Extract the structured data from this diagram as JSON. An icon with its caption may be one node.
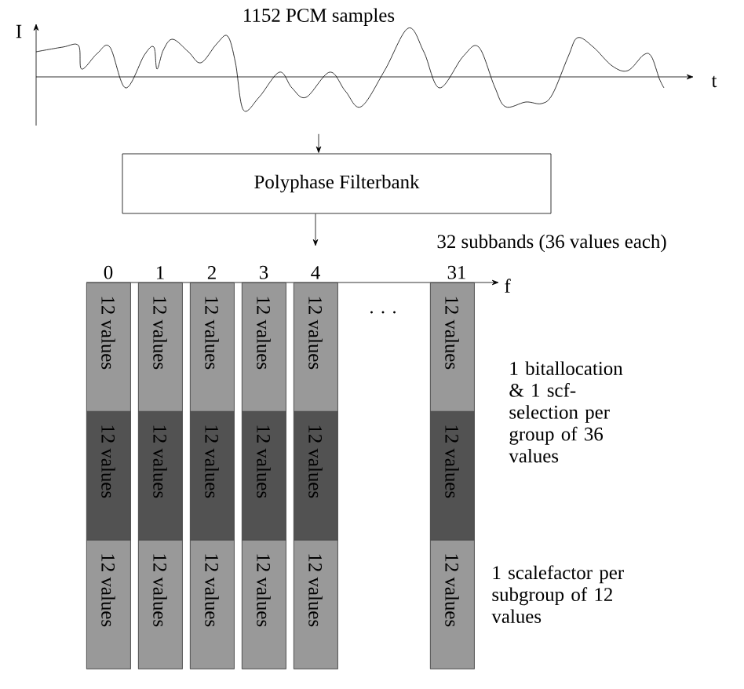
{
  "diagram": {
    "nodes": [
      {
        "text": [
          "1152 PCM samples"
        ]
      },
      {
        "text": [
          "Polyphase Filterbank"
        ]
      },
      {
        "text": [],
        "shape": "bar",
        "beside": [
          "0"
        ]
      },
      {
        "text": [
          "12 values"
        ],
        "in": 2
      },
      {
        "text": [
          "12 values"
        ],
        "in": 2
      },
      {
        "text": [
          "12 values"
        ],
        "in": 2
      },
      {
        "text": [],
        "shape": "bar",
        "beside": [
          "1"
        ]
      },
      {
        "text": [
          "12 values"
        ],
        "in": 6
      },
      {
        "text": [
          "12 values"
        ],
        "in": 6
      },
      {
        "text": [
          "12 values"
        ],
        "in": 6
      },
      {
        "text": [],
        "shape": "bar",
        "beside": [
          "2"
        ]
      },
      {
        "text": [
          "12 values"
        ],
        "in": 10
      },
      {
        "text": [
          "12 values"
        ],
        "in": 10
      },
      {
        "text": [
          "12 values"
        ],
        "in": 10
      },
      {
        "text": [],
        "shape": "bar",
        "beside": [
          "3"
        ]
      },
      {
        "text": [
          "12 values"
        ],
        "in": 14
      },
      {
        "text": [
          "12 values"
        ],
        "in": 14
      },
      {
        "text": [
          "12 values"
        ],
        "in": 14
      },
      {
        "text": [],
        "shape": "bar",
        "beside": [
          "4"
        ]
      },
      {
        "text": [
          "12 values"
        ],
        "in": 18
      },
      {
        "text": [
          "12 values"
        ],
        "in": 18
      },
      {
        "text": [
          "12 values"
        ],
        "in": 18
      },
      {
        "text": [],
        "shape": "bar",
        "beside": [
          "31"
        ]
      },
      {
        "text": [
          "12 values"
        ],
        "in": 22
      },
      {
        "text": [
          "12 values"
        ],
        "in": 22
      },
      {
        "text": [
          "12 values"
        ],
        "in": 22
      }
    ],
    "edges": [
      {
        "from": 0,
        "to": 1,
        "arrow": "to"
      },
      {
        "from": 1,
        "to": null,
        "arrow": "to"
      }
    ],
    "labels": [
      "I",
      "t",
      "32 subbands (36 values each)",
      "f",
      ". . .",
      "1 bitallocation & 1 scf-selection per group of 36 values",
      "1 scalefactor per subgroup of 12 values"
    ]
  }
}
